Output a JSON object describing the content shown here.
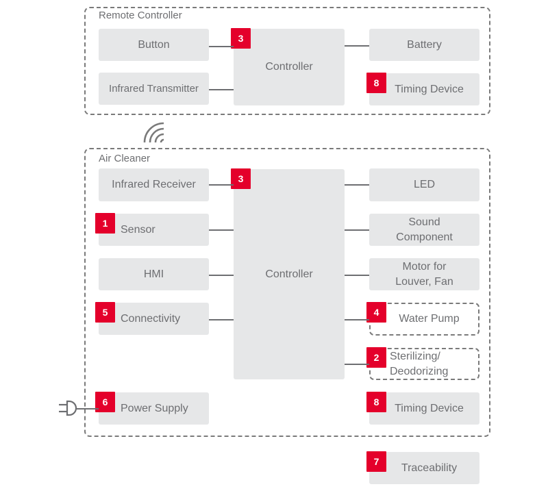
{
  "remote": {
    "title": "Remote Controller",
    "button": "Button",
    "ir_transmitter": "Infrared Transmitter",
    "controller": "Controller",
    "controller_badge": "3",
    "battery": "Battery",
    "timing_device": "Timing Device",
    "timing_badge": "8"
  },
  "air_cleaner": {
    "title": "Air Cleaner",
    "ir_receiver": "Infrared Receiver",
    "sensor": "Sensor",
    "sensor_badge": "1",
    "hmi": "HMI",
    "connectivity": "Connectivity",
    "connectivity_badge": "5",
    "power_supply": "Power Supply",
    "power_badge": "6",
    "controller": "Controller",
    "controller_badge": "3",
    "led": "LED",
    "sound": "Sound\nComponent",
    "motor": "Motor for\nLouver, Fan",
    "water_pump": "Water Pump",
    "water_pump_badge": "4",
    "sterilizing": "Sterilizing/\nDeodorizing",
    "sterilizing_badge": "2",
    "timing_device": "Timing Device",
    "timing_badge": "8"
  },
  "traceability": {
    "label": "Traceability",
    "badge": "7"
  },
  "colors": {
    "badge": "#e4002b",
    "box_fill": "#e6e7e8",
    "text": "#6d6e71",
    "border": "#7a7a7a"
  },
  "icons": [
    "wireless-signal-icon",
    "power-plug-icon"
  ]
}
